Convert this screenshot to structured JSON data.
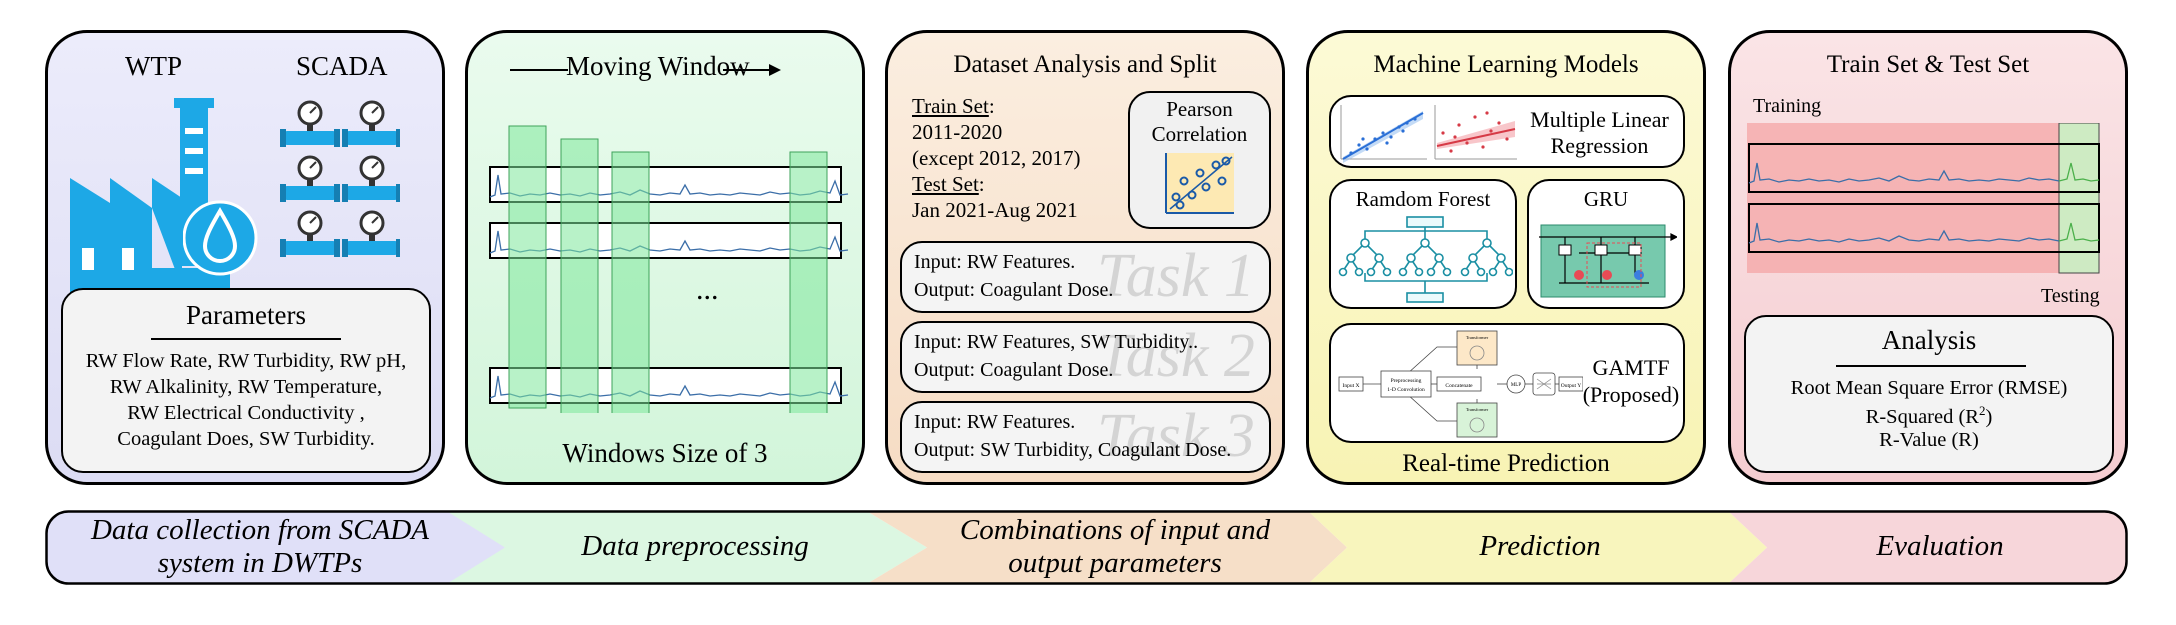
{
  "panel1": {
    "wtp_label": "WTP",
    "scada_label": "SCADA",
    "params_title": "Parameters",
    "params_lines": [
      "RW Flow Rate, RW Turbidity, RW pH,",
      "RW Alkalinity, RW Temperature,",
      "RW Electrical Conductivity ,",
      "Coagulant Does, SW Turbidity."
    ]
  },
  "panel2": {
    "title": "Moving Window",
    "ellipsis": "...",
    "footer": "Windows Size of 3"
  },
  "panel3": {
    "title": "Dataset Analysis and Split",
    "train_label": "Train Set",
    "train_colon": ":",
    "train_years": "2011-2020",
    "train_except": "(except 2012, 2017)",
    "test_label": "Test Set",
    "test_colon": ":",
    "test_range": "Jan 2021-Aug 2021",
    "pearson_line1": "Pearson",
    "pearson_line2": "Correlation",
    "tasks": [
      {
        "watermark": "Task 1",
        "input": "Input: RW Features.",
        "output": "Output: Coagulant Dose."
      },
      {
        "watermark": "Task 2",
        "input": "Input: RW Features, SW Turbidity..",
        "output": "Output: Coagulant Dose."
      },
      {
        "watermark": "Task 3",
        "input": "Input: RW Features.",
        "output": "Output: SW Turbidity, Coagulant Dose."
      }
    ]
  },
  "panel4": {
    "title": "Machine Learning Models",
    "mlr_line1": "Multiple Linear",
    "mlr_line2": "Regression",
    "rf_label": "Ramdom Forest",
    "gru_label": "GRU",
    "gamtf_line1": "GAMTF",
    "gamtf_line2": "(Proposed)",
    "gamtf_small": {
      "input": "Input X",
      "preprocess": "Preprocessing",
      "conv": "1-D Convolution",
      "concat": "Concatenate",
      "mlp": "MLP",
      "output": "Output Y",
      "top": "Transformer",
      "bottom": "Transformer"
    },
    "footer": "Real-time Prediction"
  },
  "panel5": {
    "title": "Train Set & Test Set",
    "training_label": "Training",
    "testing_label": "Testing",
    "analysis_title": "Analysis",
    "metric_rmse": "Root Mean Square Error (RMSE)",
    "metric_r2_prefix": "R-Squared (R",
    "metric_r2_sup": "2",
    "metric_r2_suffix": ")",
    "metric_r": "R-Value (R)"
  },
  "pipeline": [
    {
      "line1": "Data collection from SCADA",
      "line2": "system in DWTPs",
      "color": "#e0e0f8"
    },
    {
      "line1": "Data preprocessing",
      "line2": "",
      "color": "#dcf7e2"
    },
    {
      "line1": "Combinations of input and",
      "line2": "output parameters",
      "color": "#f6dfc8"
    },
    {
      "line1": "Prediction",
      "line2": "",
      "color": "#f8f5bd"
    },
    {
      "line1": "Evaluation",
      "line2": "",
      "color": "#f7d6da"
    }
  ],
  "colors": {
    "icon_blue": "#1da8e6",
    "series_blue": "#3b6ea8",
    "window_green": "#7ee89a",
    "train_red": "#f4a6a6",
    "test_green": "#c9ecc0",
    "task_watermark": "#d4d4d4"
  },
  "icons": [
    "factory-icon",
    "water-drop-icon",
    "pressure-gauge-icon",
    "pipe-icon",
    "scatter-plot-icon",
    "decision-tree-icon",
    "gru-cell-icon",
    "neural-network-icon",
    "arrow-left-icon",
    "arrow-right-icon"
  ]
}
